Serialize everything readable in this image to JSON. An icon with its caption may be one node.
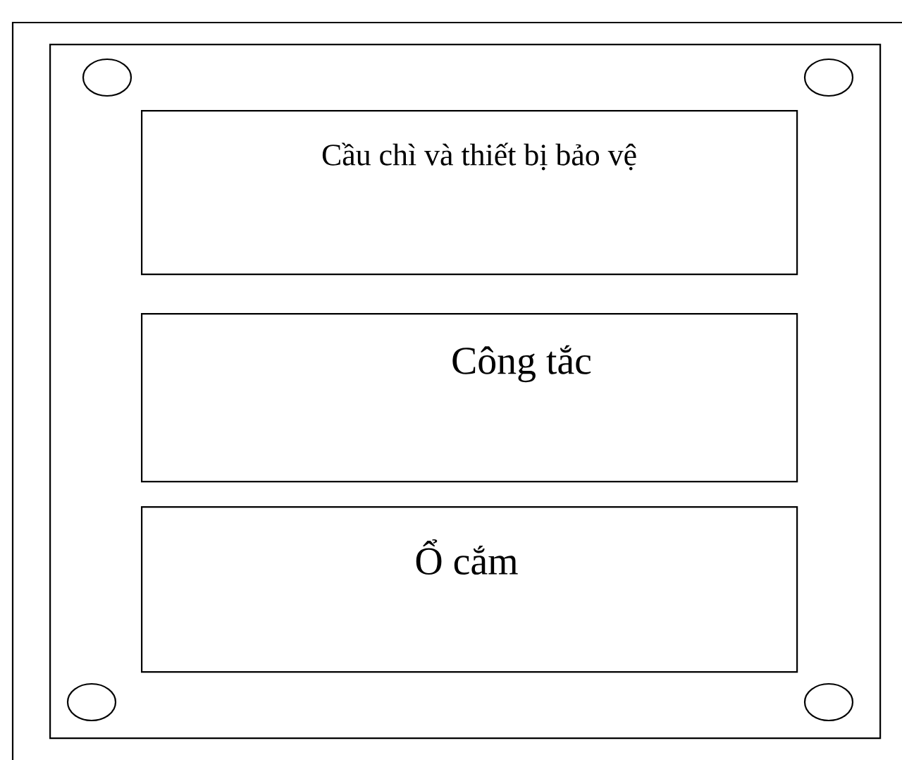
{
  "diagram": {
    "nodes": [
      {
        "text": [],
        "shape": "box"
      },
      {
        "text": [
          "Cầu chì và thiết bị bảo vệ"
        ],
        "in": 0
      },
      {
        "text": [
          "Công tắc"
        ],
        "in": 0
      },
      {
        "text": [
          "Ổ cắm"
        ],
        "in": 0
      }
    ]
  }
}
